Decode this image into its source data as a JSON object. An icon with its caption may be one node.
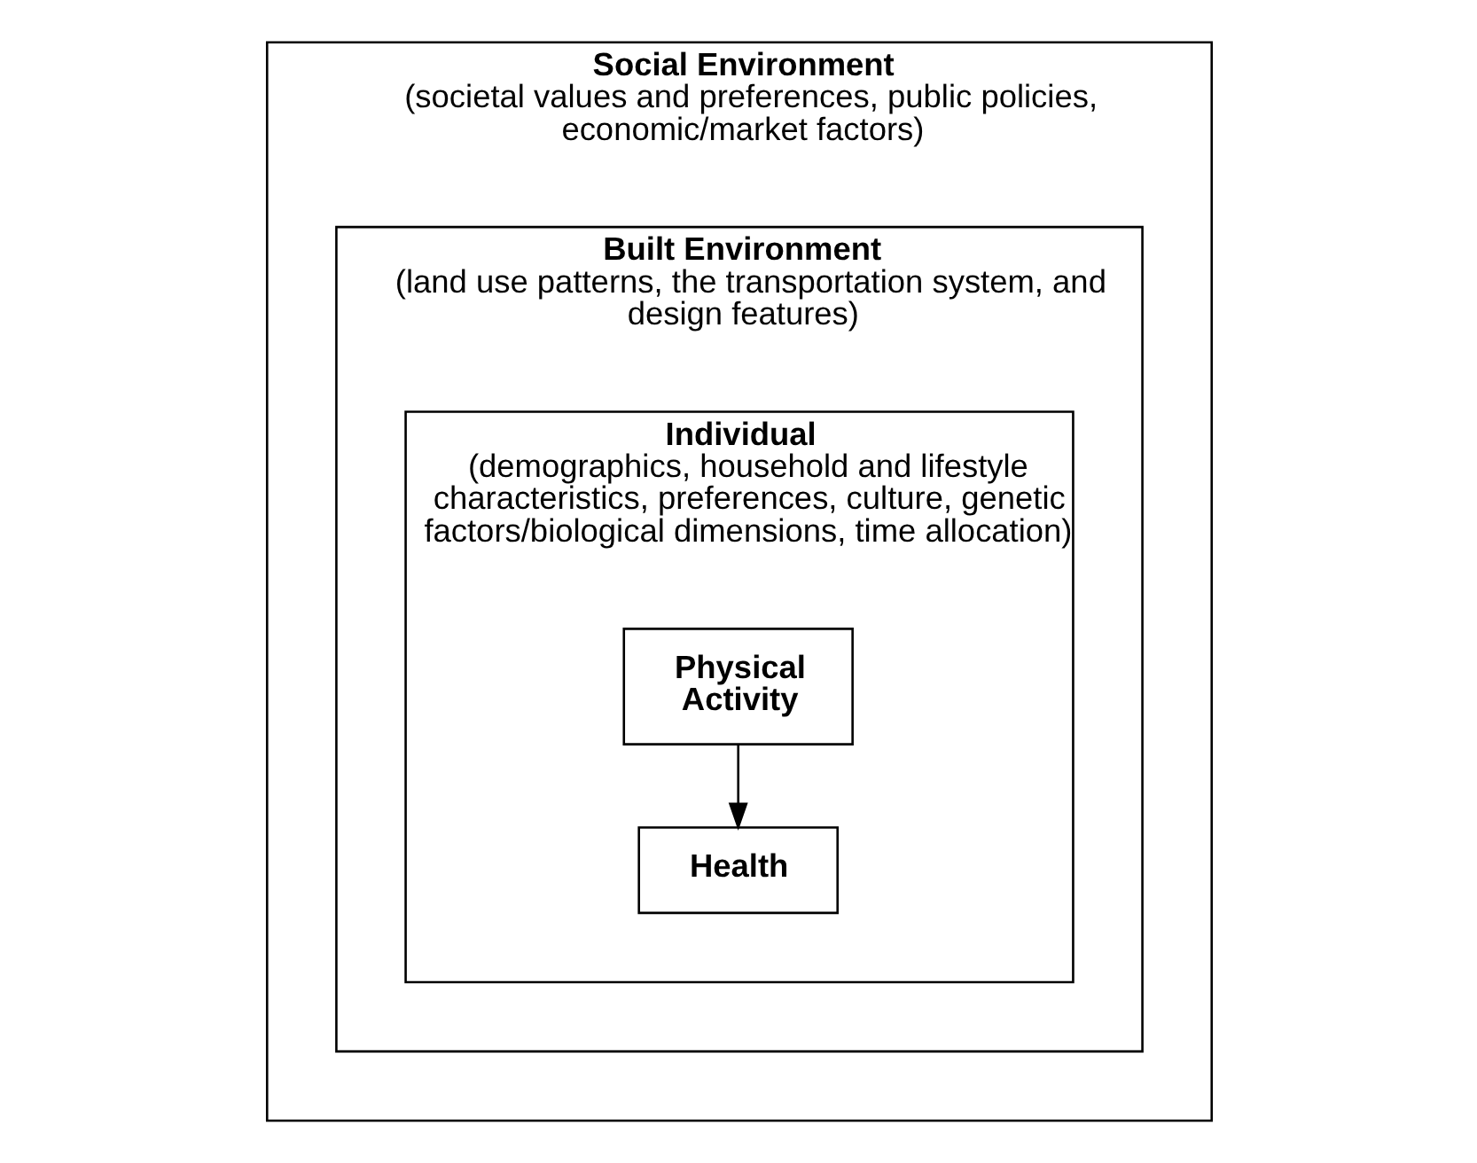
{
  "diagram": {
    "nodes": [
      {
        "text": [
          "Social Environment",
          "(societal values and preferences, public policies, economic/market factors)"
        ]
      },
      {
        "text": [
          "Built Environment",
          "(land use patterns, the transportation system, and design features)"
        ],
        "in": 0
      },
      {
        "text": [
          "Individual",
          "(demographics, household and lifestyle characteristics, preferences, culture, genetic factors/biological dimensions, time allocation)"
        ],
        "in": 1
      },
      {
        "text": [
          "Physical Activity"
        ],
        "in": 2
      },
      {
        "text": [
          "Health"
        ],
        "in": 2
      }
    ],
    "edges": [
      {
        "from": 3,
        "to": 4,
        "arrow": "to"
      }
    ]
  }
}
